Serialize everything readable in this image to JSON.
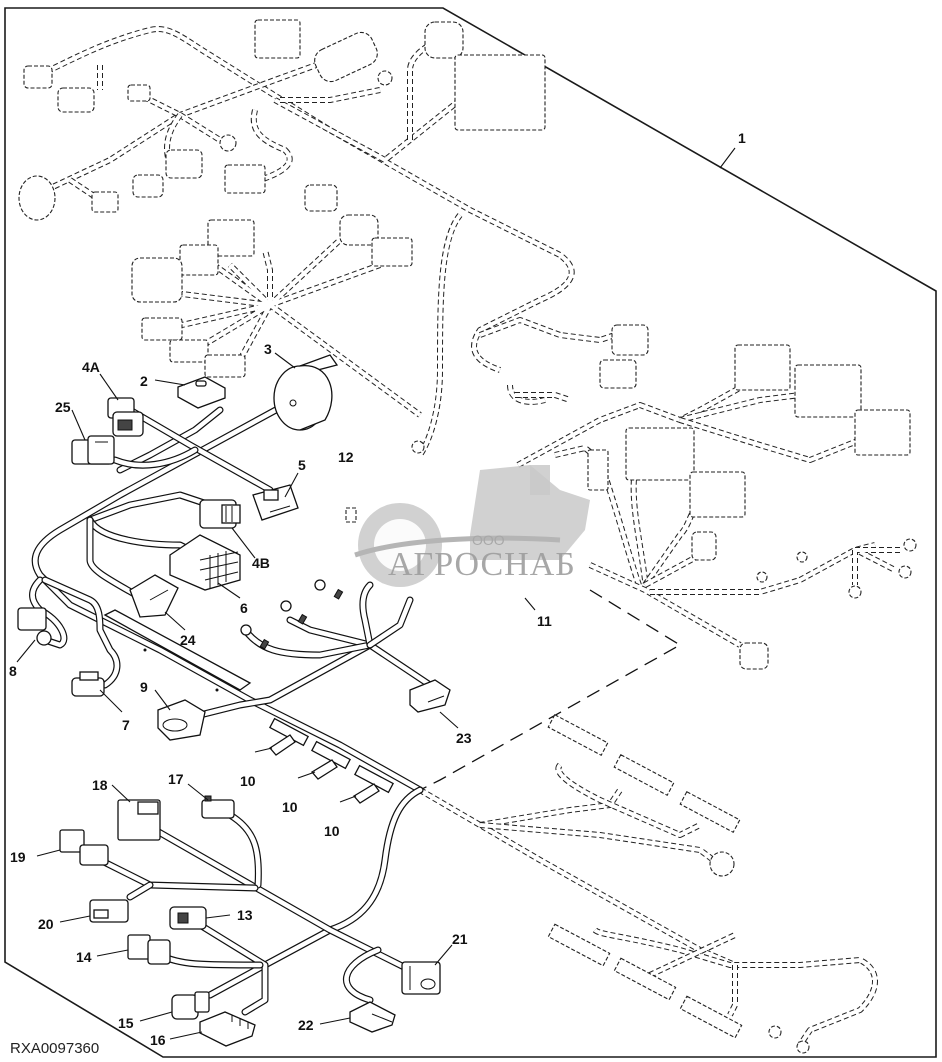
{
  "diagram": {
    "title": "Wiring harness exploded parts diagram",
    "reference_code": "RXA0097360",
    "watermark": {
      "prefix": "ООО",
      "name": "АГРОСНАБ"
    },
    "callouts": [
      {
        "id": "c1",
        "label": "1"
      },
      {
        "id": "c2",
        "label": "2"
      },
      {
        "id": "c3",
        "label": "3"
      },
      {
        "id": "c4a",
        "label": "4A"
      },
      {
        "id": "c4b",
        "label": "4B"
      },
      {
        "id": "c5",
        "label": "5"
      },
      {
        "id": "c6",
        "label": "6"
      },
      {
        "id": "c7",
        "label": "7"
      },
      {
        "id": "c8",
        "label": "8"
      },
      {
        "id": "c9",
        "label": "9"
      },
      {
        "id": "c10a",
        "label": "10"
      },
      {
        "id": "c10b",
        "label": "10"
      },
      {
        "id": "c10c",
        "label": "10"
      },
      {
        "id": "c11",
        "label": "11"
      },
      {
        "id": "c12",
        "label": "12"
      },
      {
        "id": "c13",
        "label": "13"
      },
      {
        "id": "c14",
        "label": "14"
      },
      {
        "id": "c15",
        "label": "15"
      },
      {
        "id": "c16",
        "label": "16"
      },
      {
        "id": "c17",
        "label": "17"
      },
      {
        "id": "c18",
        "label": "18"
      },
      {
        "id": "c19",
        "label": "19"
      },
      {
        "id": "c20",
        "label": "20"
      },
      {
        "id": "c21",
        "label": "21"
      },
      {
        "id": "c22",
        "label": "22"
      },
      {
        "id": "c23",
        "label": "23"
      },
      {
        "id": "c24",
        "label": "24"
      },
      {
        "id": "c25",
        "label": "25"
      }
    ]
  }
}
